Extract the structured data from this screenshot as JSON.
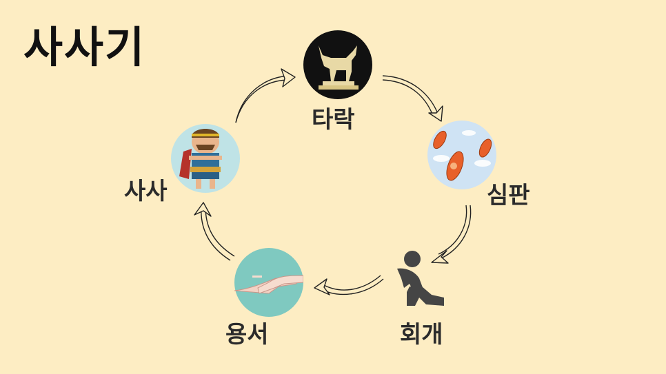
{
  "title": "사사기",
  "cycle": {
    "fall": {
      "label": "타락",
      "icon": "golden-calf-icon"
    },
    "judgment": {
      "label": "심판",
      "icon": "bombs-icon"
    },
    "repentance": {
      "label": "회개",
      "icon": "kneeling-person-icon"
    },
    "forgiveness": {
      "label": "용서",
      "icon": "holding-hands-icon"
    },
    "judge": {
      "label": "사사",
      "icon": "judge-warrior-icon"
    }
  }
}
